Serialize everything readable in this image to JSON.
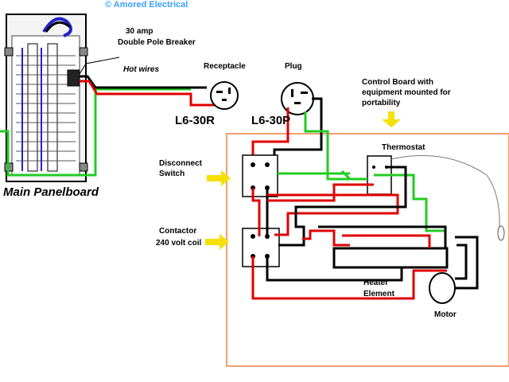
{
  "watermark": "© Amored Electrical",
  "labels": {
    "breaker_amp": "30 amp",
    "breaker_type": "Double Pole Breaker",
    "hot_wires": "Hot wires",
    "receptacle": "Receptacle",
    "plug": "Plug",
    "receptacle_type": "L6-30R",
    "plug_type": "L6-30P",
    "main_panel": "Main Panelboard",
    "control_board_1": "Control Board with",
    "control_board_2": "equipment mounted for",
    "control_board_3": "portability",
    "thermostat": "Thermostat",
    "disconnect_1": "Disconnect",
    "disconnect_2": "Switch",
    "contactor_1": "Contactor",
    "contactor_2": "240 volt coil",
    "heater_1": "Heater",
    "heater_2": "Element",
    "motor": "Motor"
  },
  "colors": {
    "hot": "#e00000",
    "neutral_black": "#000000",
    "ground": "#22cc22",
    "board_outline": "#f0a070",
    "panel_blue": "#2222cc",
    "arrow": "#f5e000"
  }
}
